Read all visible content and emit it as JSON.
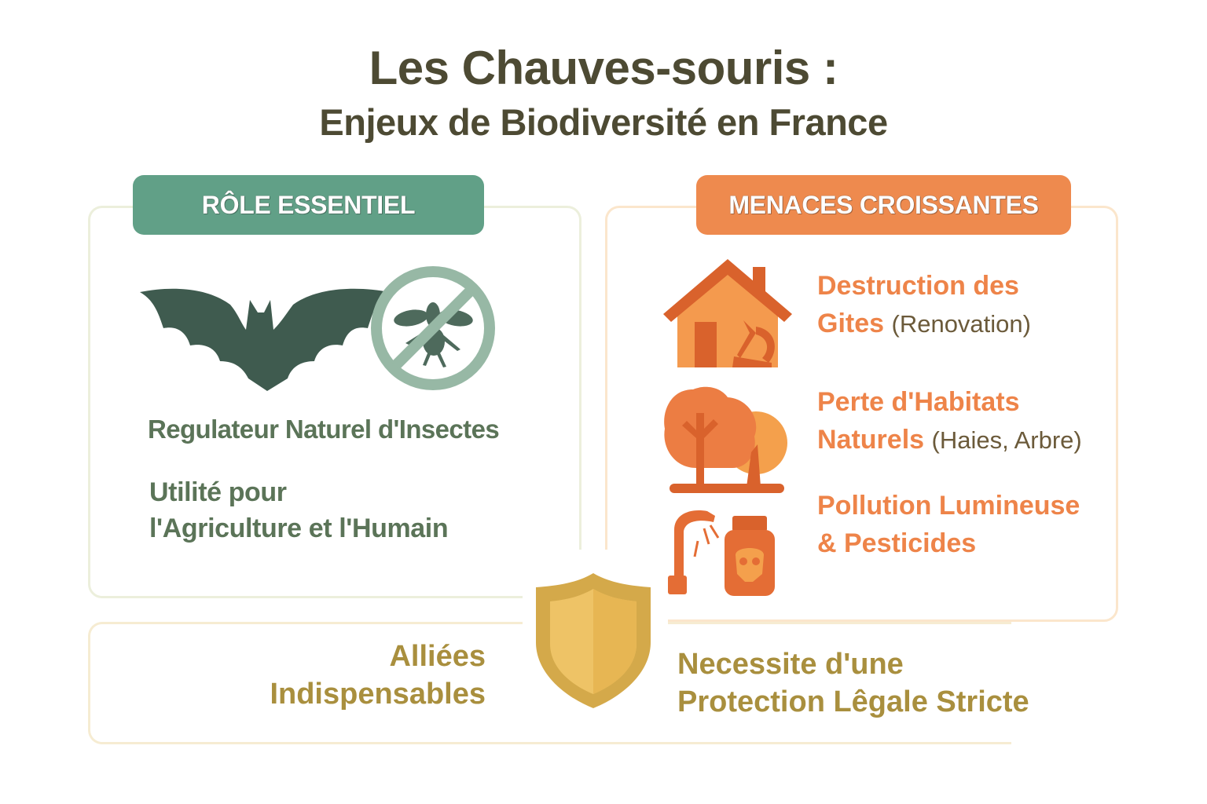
{
  "title": {
    "line1": "Les Chauves-souris :",
    "line2": "Enjeux de Biodiversité en France"
  },
  "colors": {
    "title": "#4d4a33",
    "green_accent": "#61a087",
    "orange_accent": "#ee8a4e",
    "gold_accent": "#d4a94a",
    "green_text": "#5b7458",
    "gold_text": "#a98f3e"
  },
  "left_panel": {
    "badge": "RÔLE ESSENTIEL",
    "icons": [
      "bat-icon",
      "no-insect-icon"
    ],
    "items": [
      {
        "text": "Regulateur Naturel d'Insectes"
      },
      {
        "line1": "Utilité pour",
        "line2": "l'Agriculture et l'Humain"
      }
    ]
  },
  "right_panel": {
    "badge": "MENACES CROISSANTES",
    "threats": [
      {
        "icon": "house-renovation-icon",
        "line1": "Destruction des",
        "line2_main": "Gites",
        "line2_sub": "(Renovation)"
      },
      {
        "icon": "trees-icon",
        "line1": "Perte d'Habitats",
        "line2_main": "Naturels",
        "line2_sub": "(Haies, Arbre)"
      },
      {
        "icon": "streetlight-pesticide-icon",
        "line1": "Pollution Lumineuse",
        "line2_main": "& Pesticides",
        "line2_sub": ""
      }
    ]
  },
  "bottom_panel": {
    "icon": "shield-icon",
    "left_text": {
      "line1": "Alliées",
      "line2": "Indispensables"
    },
    "right_text": {
      "line1": "Necessite d'une",
      "line2": "Protection Lêgale Stricte"
    }
  }
}
